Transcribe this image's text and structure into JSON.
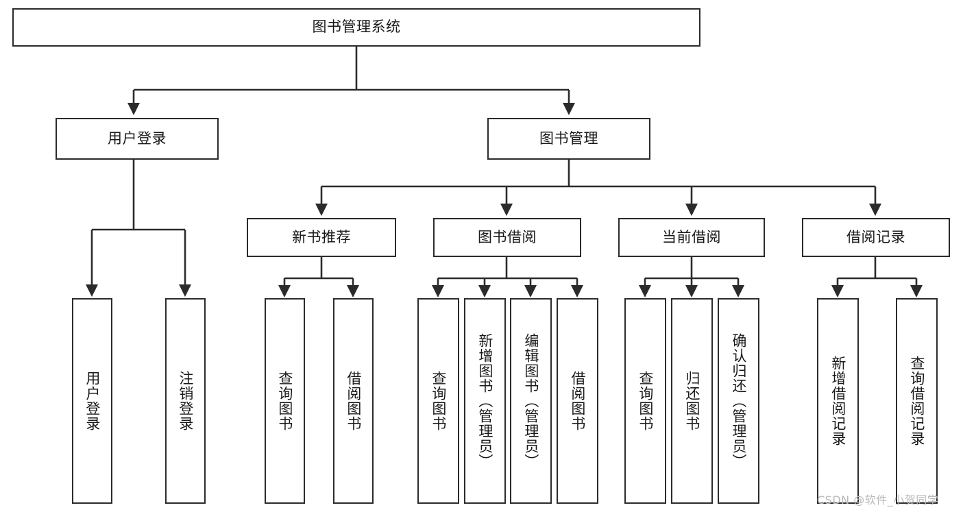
{
  "diagram": {
    "title": "图书管理系统",
    "type": "tree-hierarchy",
    "colors": {
      "stroke": "#2b2b2b",
      "fill": "#ffffff",
      "text": "#1a1a1a",
      "watermark": "#b9b9b9",
      "background": "#ffffff"
    },
    "nodes": {
      "root": {
        "label": "图书管理系统",
        "orientation": "horizontal"
      },
      "level2": [
        {
          "id": "user-login",
          "label": "用户登录",
          "orientation": "horizontal"
        },
        {
          "id": "book-manage",
          "label": "图书管理",
          "orientation": "horizontal"
        }
      ],
      "level3": [
        {
          "id": "new-book-recommend",
          "label": "新书推荐",
          "orientation": "horizontal"
        },
        {
          "id": "book-borrow",
          "label": "图书借阅",
          "orientation": "horizontal"
        },
        {
          "id": "current-borrow",
          "label": "当前借阅",
          "orientation": "horizontal"
        },
        {
          "id": "borrow-record",
          "label": "借阅记录",
          "orientation": "horizontal"
        }
      ],
      "leaves": [
        {
          "id": "leaf-user-login",
          "label": "用户登录",
          "orientation": "vertical",
          "parent": "user-login"
        },
        {
          "id": "leaf-logout-login",
          "label": "注销登录",
          "orientation": "vertical",
          "parent": "user-login"
        },
        {
          "id": "leaf-query-book-1",
          "label": "查询图书",
          "orientation": "vertical",
          "parent": "new-book-recommend"
        },
        {
          "id": "leaf-borrow-book-1",
          "label": "借阅图书",
          "orientation": "vertical",
          "parent": "new-book-recommend"
        },
        {
          "id": "leaf-query-book-2",
          "label": "查询图书",
          "orientation": "vertical",
          "parent": "book-borrow"
        },
        {
          "id": "leaf-add-book",
          "label": "新增图书（管理员）",
          "orientation": "vertical",
          "parent": "book-borrow"
        },
        {
          "id": "leaf-edit-book",
          "label": "编辑图书（管理员）",
          "orientation": "vertical",
          "parent": "book-borrow"
        },
        {
          "id": "leaf-borrow-book-2",
          "label": "借阅图书",
          "orientation": "vertical",
          "parent": "book-borrow"
        },
        {
          "id": "leaf-query-book-3",
          "label": "查询图书",
          "orientation": "vertical",
          "parent": "current-borrow"
        },
        {
          "id": "leaf-return-book",
          "label": "归还图书",
          "orientation": "vertical",
          "parent": "current-borrow"
        },
        {
          "id": "leaf-confirm-return",
          "label": "确认归还（管理员）",
          "orientation": "vertical",
          "parent": "current-borrow"
        },
        {
          "id": "leaf-add-record",
          "label": "新增借阅记录",
          "orientation": "vertical",
          "parent": "borrow-record"
        },
        {
          "id": "leaf-query-record",
          "label": "查询借阅记录",
          "orientation": "vertical",
          "parent": "borrow-record"
        }
      ]
    },
    "watermark": "CSDN @软件_小贺同学"
  }
}
